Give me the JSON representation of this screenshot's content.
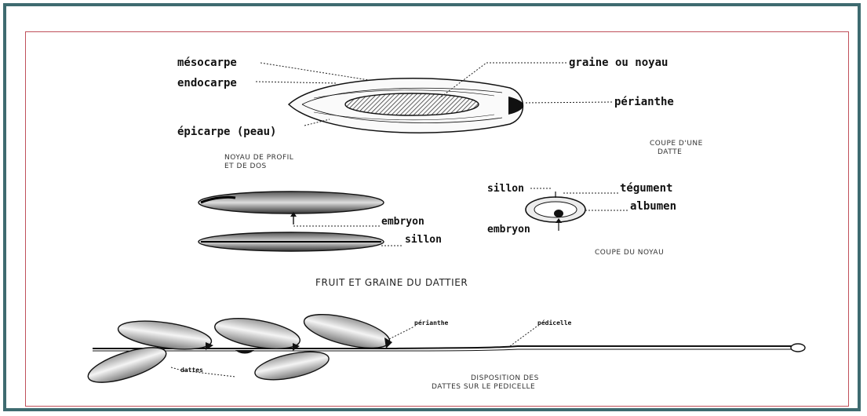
{
  "labels": {
    "mesocarpe": "mésocarpe",
    "endocarpe": "endocarpe",
    "epicarpe": "épicarpe (peau)",
    "graine_noyau": "graine ou noyau",
    "perianthe": "périanthe",
    "noyau_profil_1": "NOYAU DE PROFIL",
    "noyau_profil_2": "ET DE DOS",
    "coupe_datte_1": "COUPE D'UNE",
    "coupe_datte_2": "DATTE",
    "embryon_left": "embryon",
    "sillon_left": "sillon",
    "sillon_right": "sillon",
    "tegument": "tégument",
    "albumen": "albumen",
    "embryon_right": "embryon",
    "coupe_noyau": "COUPE DU NOYAU",
    "title_main": "FRUIT ET GRAINE DU DATTIER",
    "perianthe_small": "périanthe",
    "pedicelle": "pédicelle",
    "dattes": "dattes",
    "disposition_1": "DISPOSITION DES",
    "disposition_2": "DATTES SUR LE PEDICELLE"
  },
  "colors": {
    "outer_border": "#3e6b70",
    "inner_border": "#c0505a"
  }
}
